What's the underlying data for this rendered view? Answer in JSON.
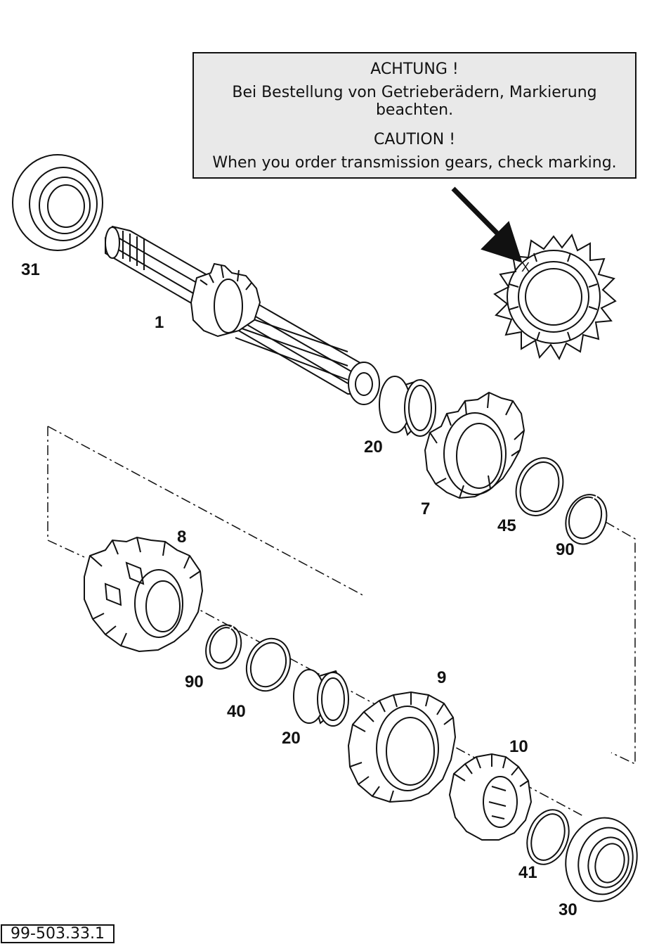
{
  "notice": {
    "de_heading": "ACHTUNG !",
    "de_text": "Bei Bestellung von Getrieberädern, Markierung beachten.",
    "en_heading": "CAUTION !",
    "en_text": "When you order transmission gears, check marking."
  },
  "marking_symbol": "X",
  "callouts": {
    "c31": "31",
    "c1": "1",
    "c20a": "20",
    "c7": "7",
    "c45": "45",
    "c90a": "90",
    "c8": "8",
    "c90b": "90",
    "c40": "40",
    "c20b": "20",
    "c9": "9",
    "c10": "10",
    "c41": "41",
    "c30": "30"
  },
  "drawing_number": "99-503.33.1"
}
